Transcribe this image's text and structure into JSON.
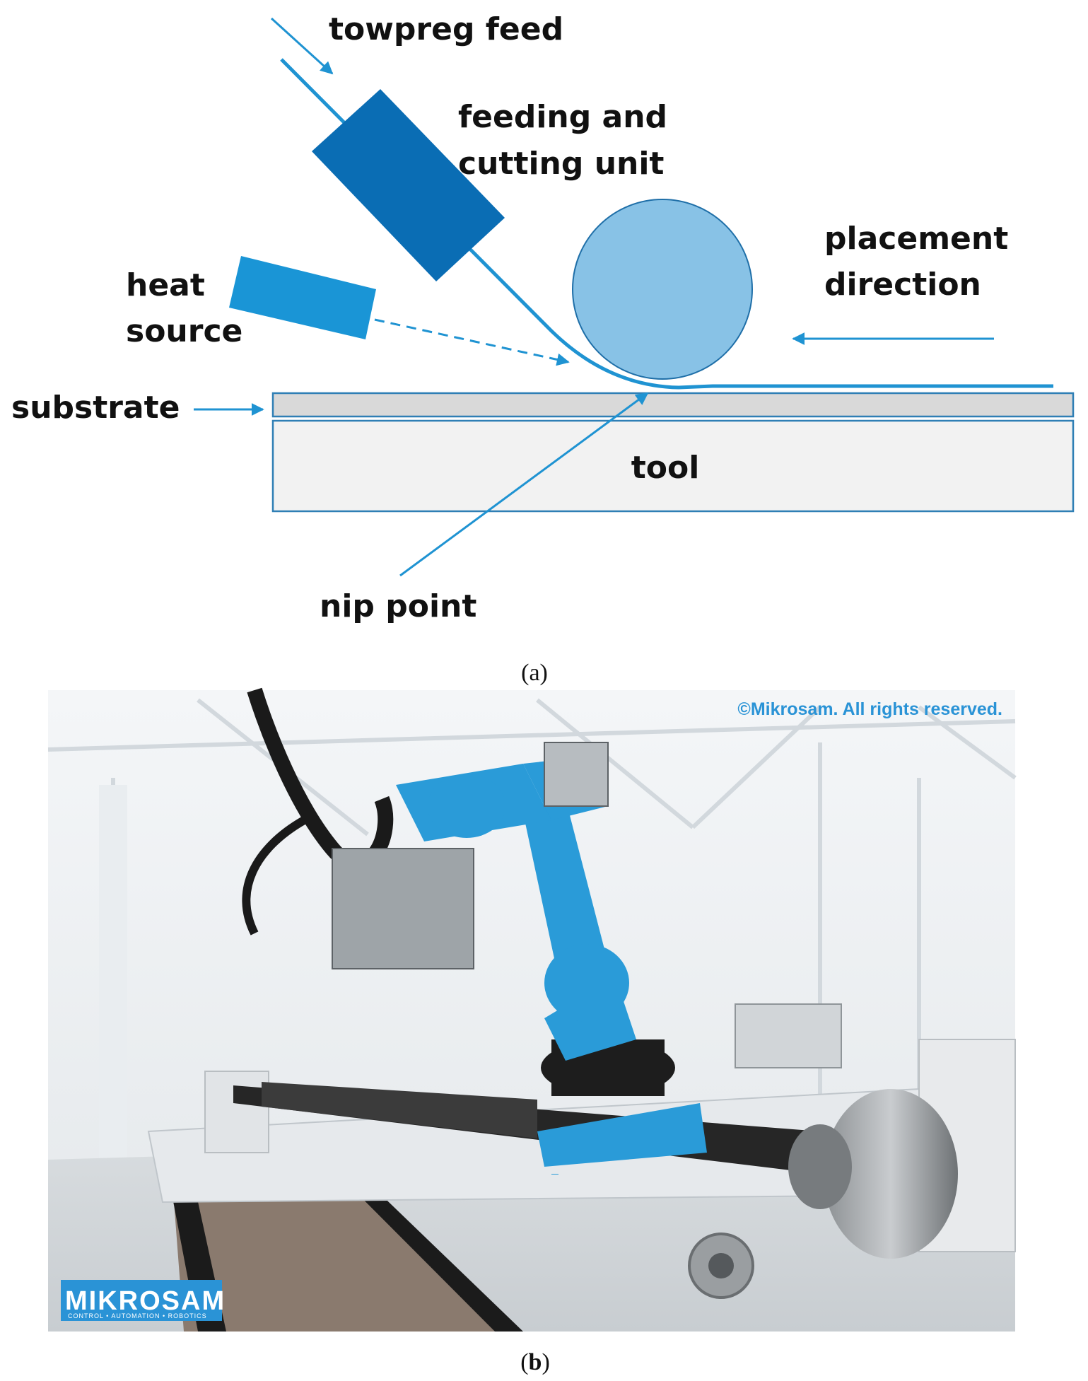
{
  "diagram": {
    "labels": {
      "towpreg_feed": "towpreg feed",
      "feeding_line1": "feeding and",
      "feeding_line2": "cutting unit",
      "placement_line1": "placement",
      "placement_line2": "direction",
      "heat_line1": "heat",
      "heat_line2": "source",
      "substrate": "substrate",
      "tool": "tool",
      "nip_point": "nip point"
    },
    "caption_a": "(a)",
    "colors": {
      "line": "#1f93d2",
      "feeding_unit": "#0a6db4",
      "heat_source": "#1a95d6",
      "roller": "#88c2e6",
      "substrate": "#d9d9d9",
      "tool": "#f2f2f2",
      "outline": "#2f7fb5"
    }
  },
  "photo": {
    "copyright": "©Mikrosam. All rights reserved.",
    "logo_text": "MIKROSAM",
    "logo_subtext": "CONTROL • AUTOMATION • ROBOTICS",
    "caption_prefix": "(",
    "caption_letter": "b",
    "caption_suffix": ")",
    "colors": {
      "robot": "#2a9bd8",
      "logo_bg": "#2a93d6"
    }
  }
}
